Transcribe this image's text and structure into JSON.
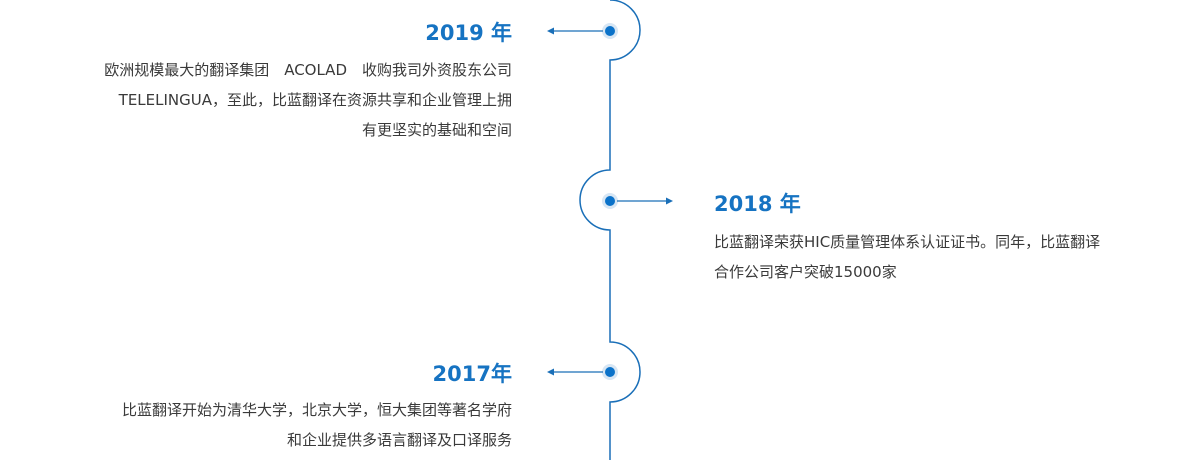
{
  "colors": {
    "accent": "#1673c2",
    "line": "#1a6fb8",
    "dot": "#0b72c9",
    "dot_halo": "#d7e6f4",
    "text": "#3a3a3a"
  },
  "events": [
    {
      "year": "2019 年",
      "side": "left",
      "lines": [
        "欧洲规模最大的翻译集团　ACOLAD　收购我司外资股东公司",
        "TELELINGUA，至此，比蓝翻译在资源共享和企业管理上拥",
        "有更坚实的基础和空间"
      ]
    },
    {
      "year": "2018 年",
      "side": "right",
      "lines": [
        "比蓝翻译荣获HIC质量管理体系认证证书。同年，比蓝翻译",
        "合作公司客户突破15000家"
      ]
    },
    {
      "year": "2017年",
      "side": "left",
      "lines": [
        "比蓝翻译开始为清华大学，北京大学，恒大集团等著名学府",
        "和企业提供多语言翻译及口译服务"
      ]
    }
  ]
}
